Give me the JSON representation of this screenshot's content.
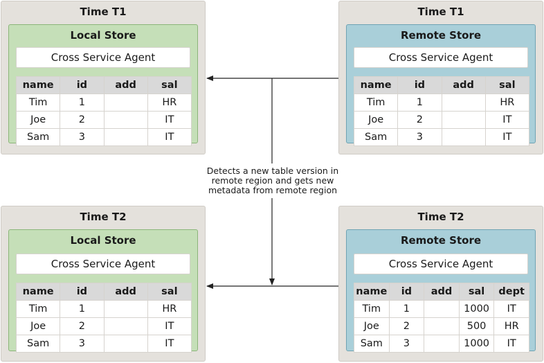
{
  "caption": {
    "line1": "Detects a new table version in",
    "line2": "remote region and gets new",
    "line3": "metadata from remote region"
  },
  "panels": {
    "t1_local": {
      "title": "Time T1",
      "store": "Local Store",
      "agent": "Cross Service Agent",
      "columns": [
        "name",
        "id",
        "add",
        "sal"
      ],
      "rows": [
        [
          "Tim",
          "1",
          "",
          "HR"
        ],
        [
          "Joe",
          "2",
          "",
          "IT"
        ],
        [
          "Sam",
          "3",
          "",
          "IT"
        ]
      ]
    },
    "t1_remote": {
      "title": "Time T1",
      "store": "Remote Store",
      "agent": "Cross Service Agent",
      "columns": [
        "name",
        "id",
        "add",
        "sal"
      ],
      "rows": [
        [
          "Tim",
          "1",
          "",
          "HR"
        ],
        [
          "Joe",
          "2",
          "",
          "IT"
        ],
        [
          "Sam",
          "3",
          "",
          "IT"
        ]
      ]
    },
    "t2_local": {
      "title": "Time T2",
      "store": "Local Store",
      "agent": "Cross Service Agent",
      "columns": [
        "name",
        "id",
        "add",
        "sal"
      ],
      "rows": [
        [
          "Tim",
          "1",
          "",
          "HR"
        ],
        [
          "Joe",
          "2",
          "",
          "IT"
        ],
        [
          "Sam",
          "3",
          "",
          "IT"
        ]
      ]
    },
    "t2_remote": {
      "title": "Time T2",
      "store": "Remote Store",
      "agent": "Cross Service Agent",
      "columns": [
        "name",
        "id",
        "add",
        "sal",
        "dept"
      ],
      "rows": [
        [
          "Tim",
          "1",
          "",
          "1000",
          "IT"
        ],
        [
          "Joe",
          "2",
          "",
          "500",
          "HR"
        ],
        [
          "Sam",
          "3",
          "",
          "1000",
          "IT"
        ]
      ]
    }
  }
}
